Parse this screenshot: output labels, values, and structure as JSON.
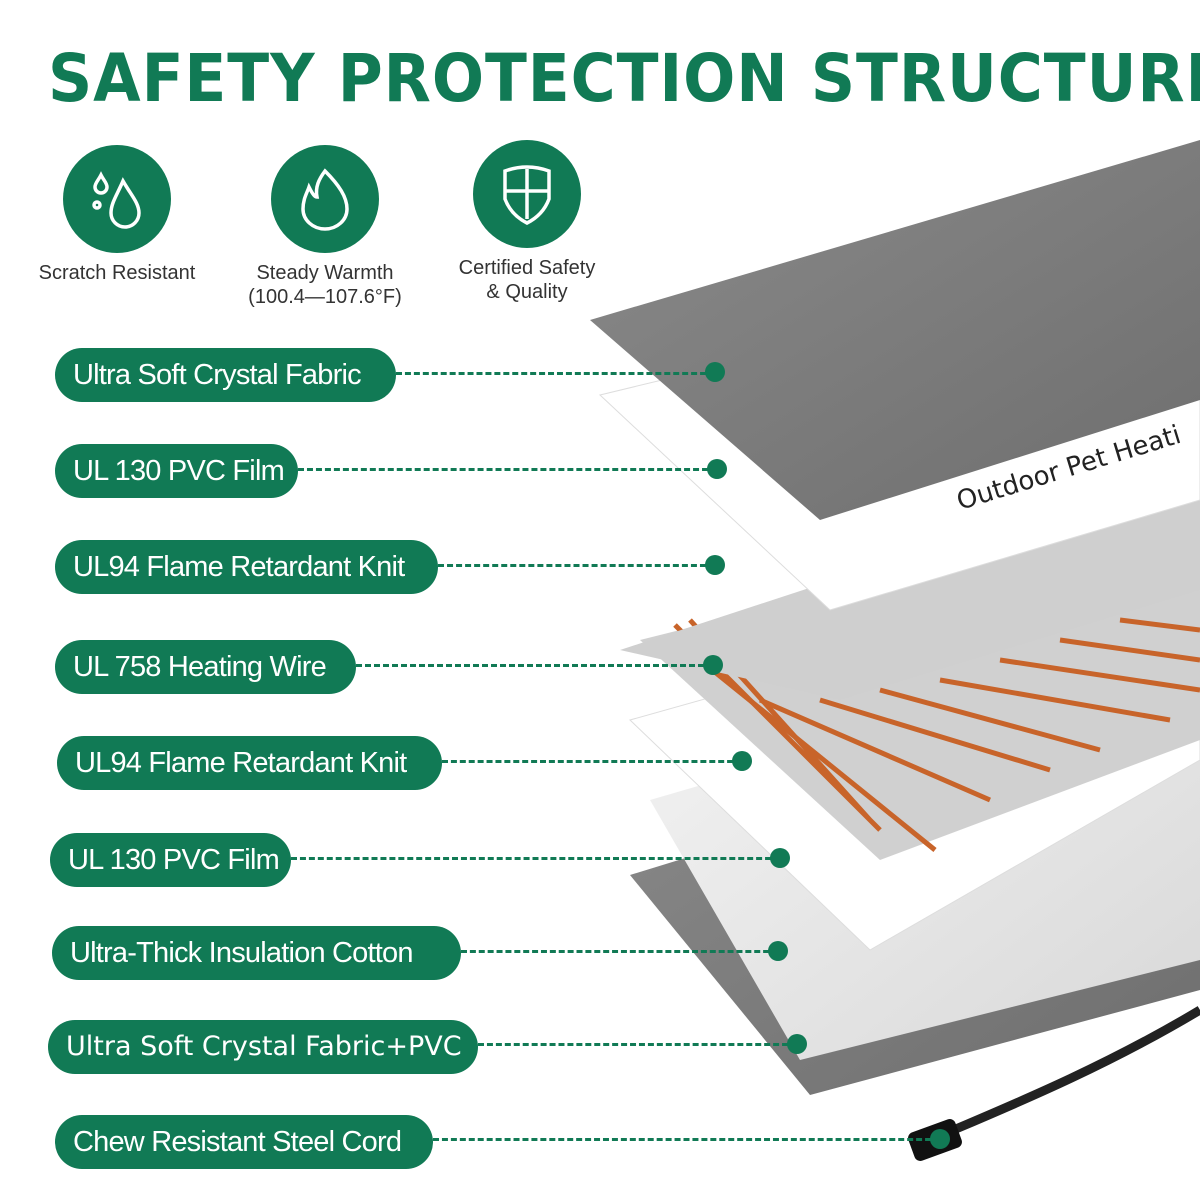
{
  "title": "SAFETY PROTECTION STRUCTURE",
  "features": [
    {
      "icon": "water-drop-icon",
      "label": "Scratch Resistant"
    },
    {
      "icon": "flame-icon",
      "label": "Steady Warmth",
      "sub": "(100.4—107.6°F)"
    },
    {
      "icon": "shield-icon",
      "label": "Certified Safety",
      "sub": "& Quality"
    }
  ],
  "layers": [
    "Ultra Soft Crystal Fabric",
    "UL 130 PVC Film",
    "UL94 Flame Retardant Knit",
    "UL 758 Heating Wire",
    "UL94 Flame Retardant Knit",
    "UL 130 PVC Film",
    "Ultra-Thick Insulation Cotton",
    "Ultra Soft Crystal Fabric+PVC",
    "Chew Resistant Steel Cord"
  ],
  "product_label": "Outdoor Pet Heati",
  "accent_color": "#117a55"
}
